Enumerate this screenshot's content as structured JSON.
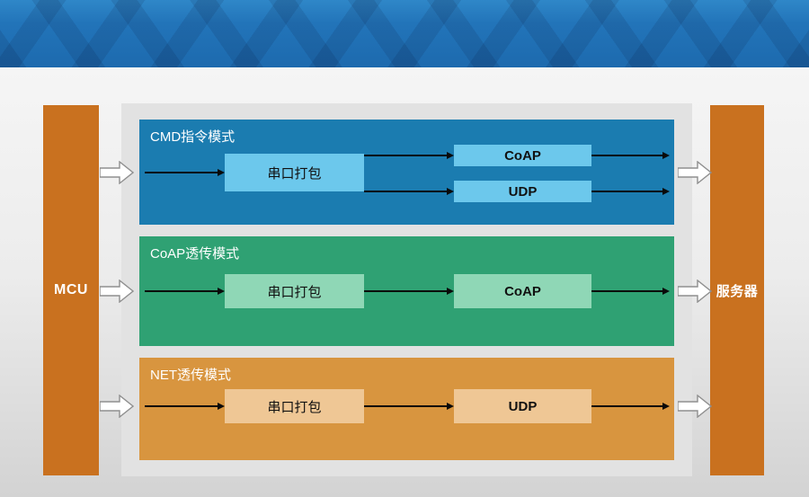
{
  "endpoints": {
    "left": {
      "label": "MCU"
    },
    "right": {
      "label": "服务器"
    }
  },
  "diagram": {
    "bands": [
      {
        "title": "CMD指令模式",
        "pack": "串口打包",
        "protocols": [
          "CoAP",
          "UDP"
        ],
        "band_color": "#1b7cb0",
        "box_color": "#6cc8ec"
      },
      {
        "title": "CoAP透传模式",
        "pack": "串口打包",
        "protocols": [
          "CoAP"
        ],
        "band_color": "#2fa173",
        "box_color": "#8fd7b6"
      },
      {
        "title": "NET透传模式",
        "pack": "串口打包",
        "protocols": [
          "UDP"
        ],
        "band_color": "#d8953f",
        "box_color": "#efc795"
      }
    ]
  },
  "colors": {
    "banner_blue": "#2274b9",
    "endpoint_bar_orange": "#c9711f",
    "panel_gray": "#e2e2e2",
    "arrow_black": "#0a0a0a"
  }
}
